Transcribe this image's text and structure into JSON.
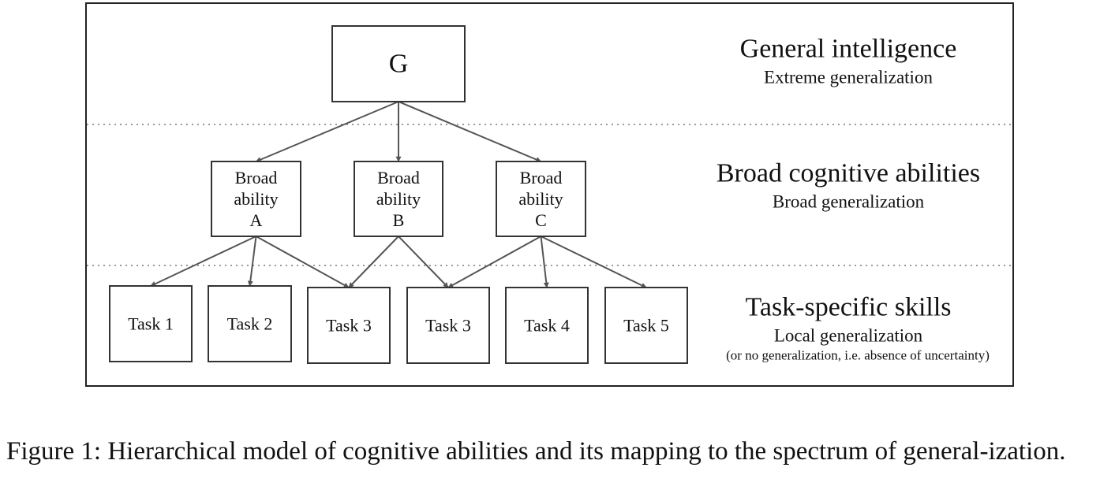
{
  "diagram": {
    "nodes": [
      {
        "id": "g",
        "lines": [
          "G"
        ]
      },
      {
        "id": "a",
        "lines": [
          "Broad",
          "ability",
          "A"
        ]
      },
      {
        "id": "b",
        "lines": [
          "Broad",
          "ability",
          "B"
        ]
      },
      {
        "id": "c",
        "lines": [
          "Broad",
          "ability",
          "C"
        ]
      },
      {
        "id": "t1",
        "lines": [
          "Task 1"
        ]
      },
      {
        "id": "t2",
        "lines": [
          "Task 2"
        ]
      },
      {
        "id": "t3a",
        "lines": [
          "Task 3"
        ]
      },
      {
        "id": "t3b",
        "lines": [
          "Task 3"
        ]
      },
      {
        "id": "t4",
        "lines": [
          "Task 4"
        ]
      },
      {
        "id": "t5",
        "lines": [
          "Task 5"
        ]
      }
    ],
    "edges": [
      [
        "g",
        "a"
      ],
      [
        "g",
        "b"
      ],
      [
        "g",
        "c"
      ],
      [
        "a",
        "t1"
      ],
      [
        "a",
        "t2"
      ],
      [
        "a",
        "t3a"
      ],
      [
        "b",
        "t3a"
      ],
      [
        "b",
        "t3b"
      ],
      [
        "c",
        "t3b"
      ],
      [
        "c",
        "t4"
      ],
      [
        "c",
        "t5"
      ]
    ],
    "levels": [
      {
        "title": "General intelligence",
        "subtitle": "Extreme generalization",
        "note": ""
      },
      {
        "title": "Broad cognitive abilities",
        "subtitle": "Broad generalization",
        "note": ""
      },
      {
        "title": "Task-specific skills",
        "subtitle": "Local generalization",
        "note": "(or no generalization, i.e. absence of uncertainty)"
      }
    ]
  },
  "caption": {
    "text": "Figure 1: Hierarchical model of cognitive abilities and its mapping to the spectrum of general-ization."
  }
}
